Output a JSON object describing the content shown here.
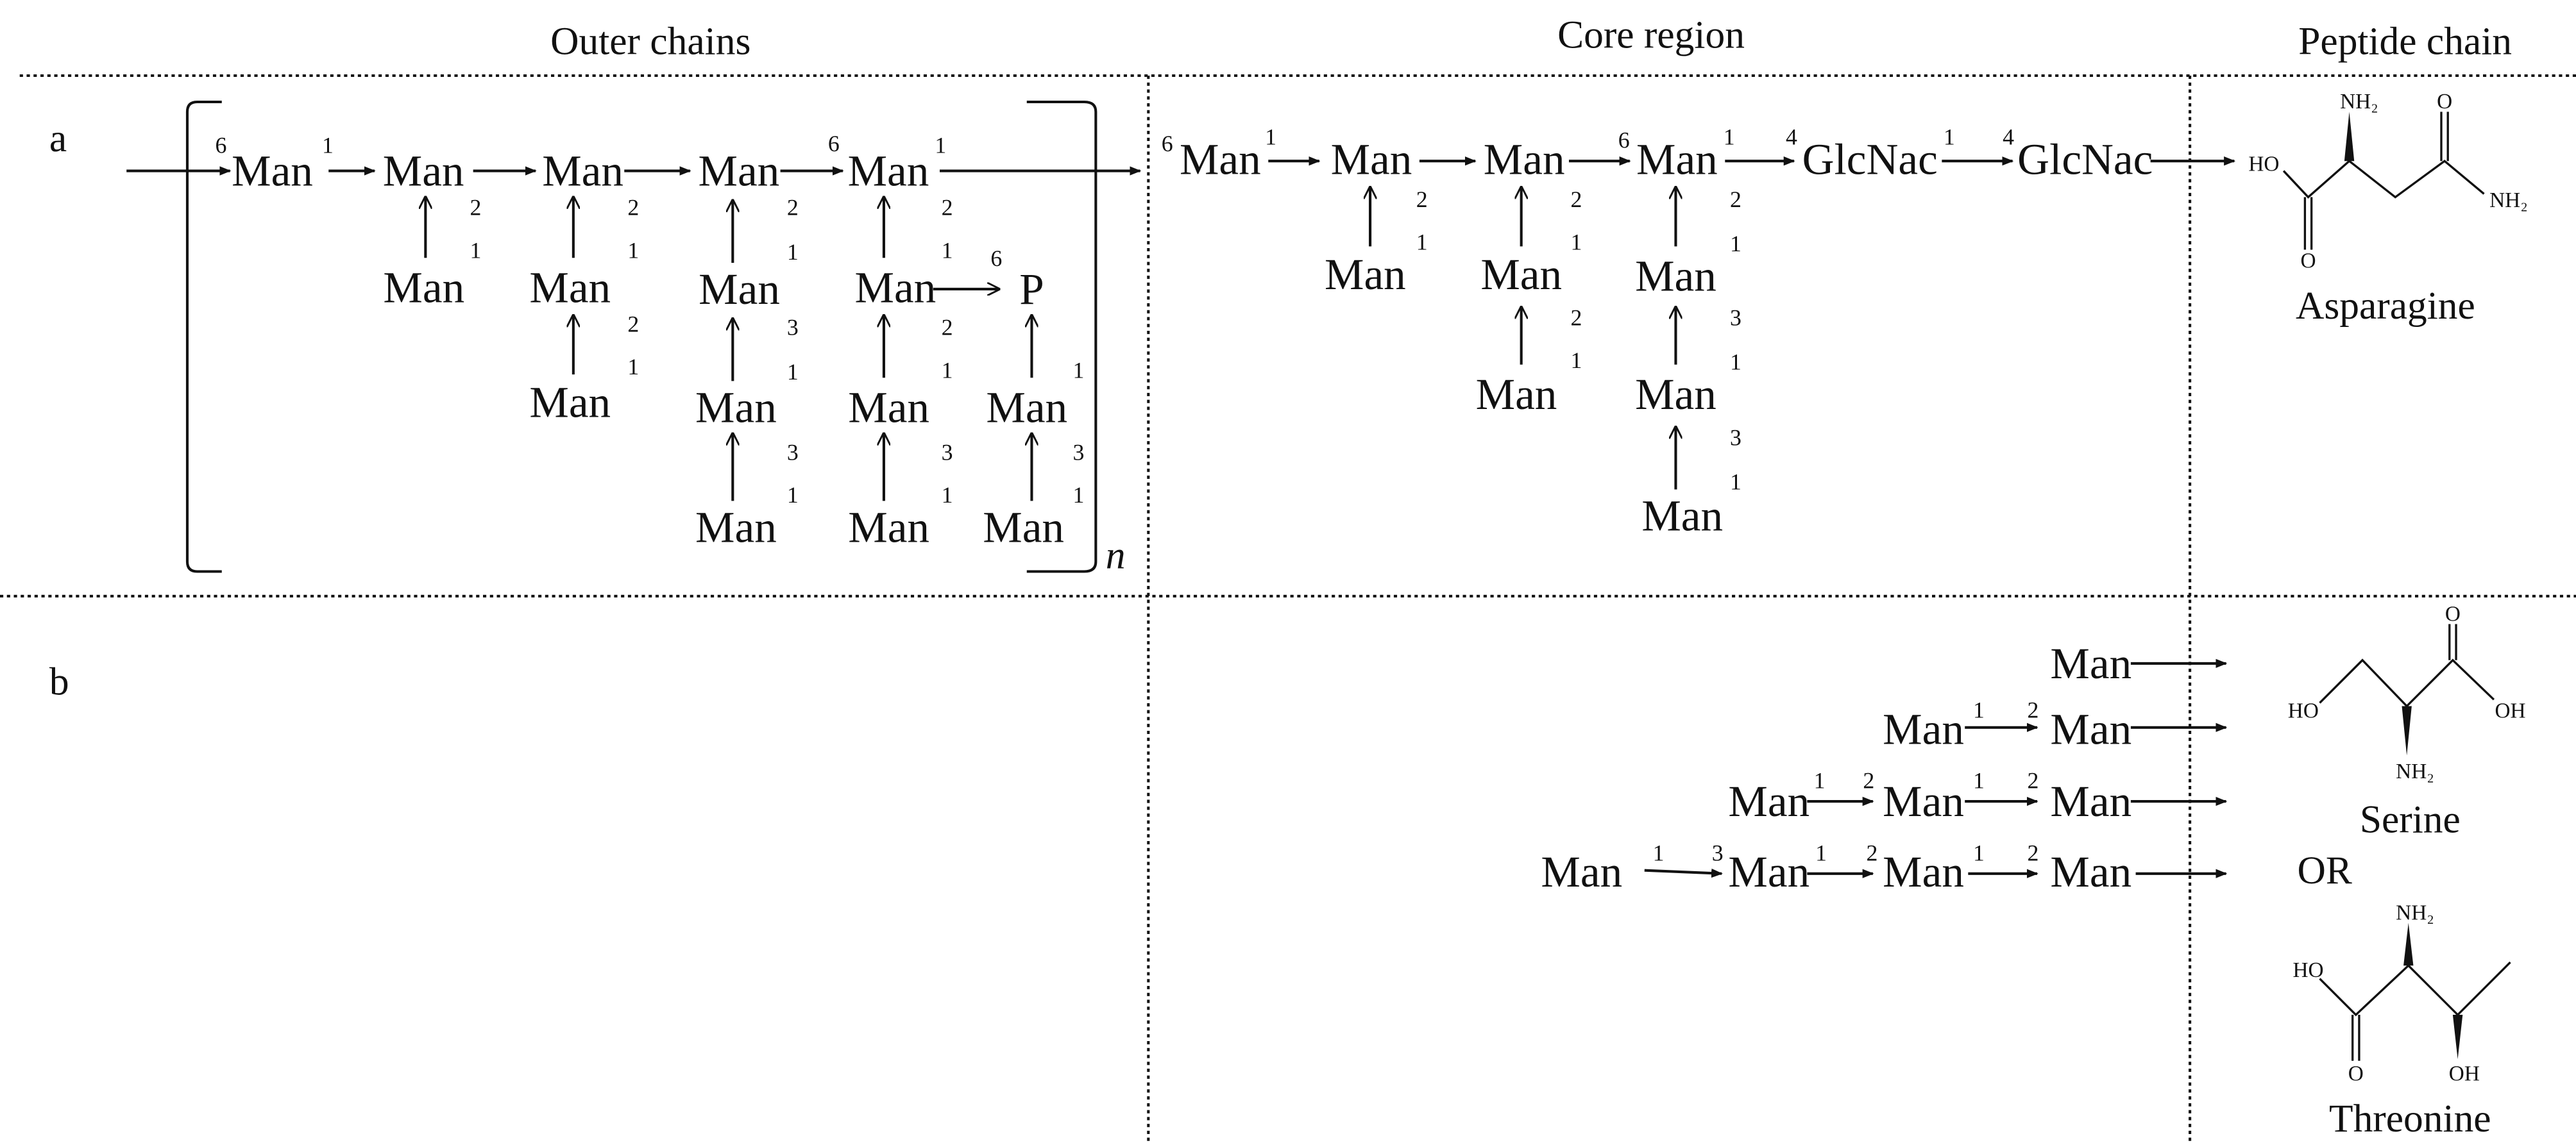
{
  "headers": {
    "outer": "Outer chains",
    "core": "Core region",
    "peptide": "Peptide chain"
  },
  "panel_labels": {
    "a": "a",
    "b": "b"
  },
  "repeat_subscript": "n",
  "outer": {
    "t": [
      "6",
      "Man",
      "1",
      "Man",
      "Man",
      "Man",
      "6",
      "Man",
      "1",
      "2",
      "1",
      "Man",
      "2",
      "1",
      "Man",
      "2",
      "1",
      "Man",
      "2",
      "1",
      "Man",
      "3",
      "1",
      "Man",
      "3",
      "1",
      "Man",
      "2",
      "1",
      "Man",
      "6",
      "P",
      "2",
      "1",
      "Man",
      "3",
      "1",
      "Man",
      "1",
      "Man",
      "3",
      "1",
      "Man"
    ]
  },
  "core": {
    "t": [
      "6",
      "Man",
      "1",
      "Man",
      "Man",
      "6",
      "Man",
      "1",
      "4",
      "GlcNac",
      "1",
      "4",
      "GlcNac",
      "2",
      "1",
      "Man",
      "2",
      "1",
      "Man",
      "2",
      "1",
      "Man",
      "2",
      "1",
      "Man",
      "3",
      "1",
      "Man",
      "3",
      "1",
      "Man"
    ]
  },
  "panel_b": {
    "t": [
      "Man",
      "Man",
      "1",
      "2",
      "Man",
      "Man",
      "1",
      "2",
      "Man",
      "1",
      "2",
      "Man",
      "Man",
      "1",
      "3",
      "Man",
      "1",
      "2",
      "Man",
      "1",
      "2",
      "Man"
    ]
  },
  "peptide": {
    "asparagine": {
      "name": "Asparagine",
      "labels": [
        "HO",
        "O",
        "NH₂",
        "O",
        "NH₂"
      ]
    },
    "serine": {
      "name": "Serine",
      "labels": [
        "O",
        "HO",
        "OH",
        "NH₂"
      ]
    },
    "or_label": "OR",
    "threonine": {
      "name": "Threonine",
      "labels": [
        "NH₂",
        "HO",
        "O",
        "OH"
      ]
    }
  }
}
